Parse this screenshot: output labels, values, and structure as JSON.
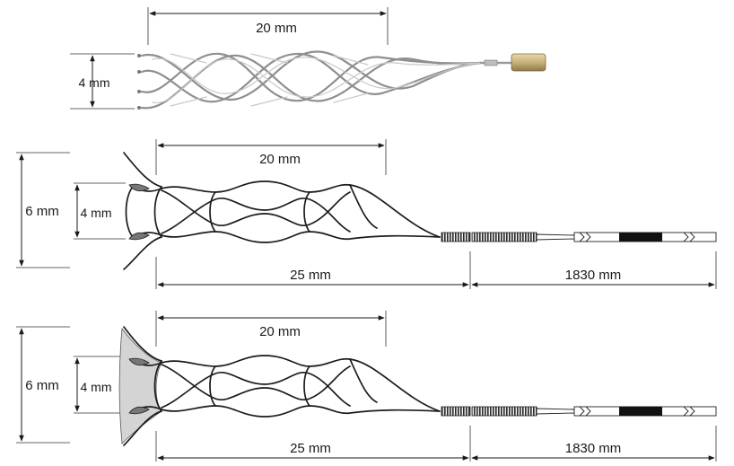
{
  "figure": {
    "top": {
      "length_label": "20 mm",
      "diameter_label": "4 mm"
    },
    "middle": {
      "basket_length_label": "20 mm",
      "outer_diameter_label": "6 mm",
      "inner_diameter_label": "4 mm",
      "tip_length_label": "25 mm",
      "shaft_length_label": "1830 mm"
    },
    "bottom": {
      "basket_length_label": "20 mm",
      "outer_diameter_label": "6 mm",
      "inner_diameter_label": "4 mm",
      "tip_length_label": "25 mm",
      "shaft_length_label": "1830 mm"
    }
  },
  "colors": {
    "wire_dark": "#1b1b1b",
    "wire_silver": "#8f8f8f",
    "connector_gold": "#c8b27a",
    "membrane_gray": "#d4d4d4",
    "marker_black": "#111111"
  }
}
